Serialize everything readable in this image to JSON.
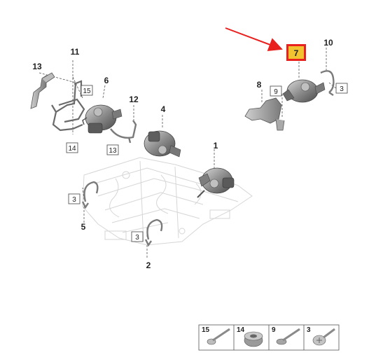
{
  "callouts": {
    "c1": "1",
    "c2": "2",
    "c3a": "3",
    "c3b": "3",
    "c3c": "3",
    "c4": "4",
    "c5": "5",
    "c6": "6",
    "c7": "7",
    "c8": "8",
    "c9": "9",
    "c10": "10",
    "c11": "11",
    "c12": "12",
    "c13": "13",
    "c14": "14",
    "c15": "15"
  },
  "legend": [
    "15",
    "14",
    "9",
    "3"
  ],
  "colors": {
    "highlight_fill": "#f2c230",
    "highlight_border": "#e8201e",
    "arrow": "#e8201e",
    "part_gray": "#9a9a9a",
    "ghost_line": "#d6d6d6"
  }
}
